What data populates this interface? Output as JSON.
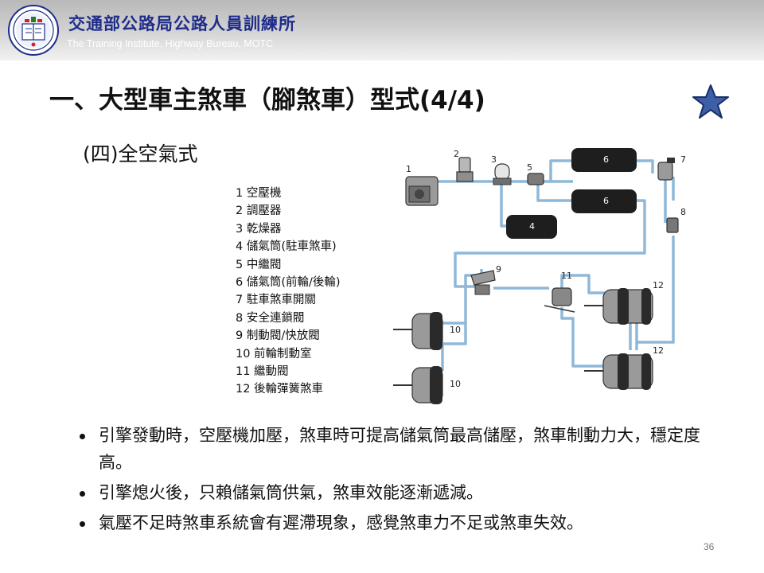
{
  "header": {
    "org_name_zh": "交通部公路局公路人員訓練所",
    "org_name_en": "The Training Institute, Highway Bureau, MOTC",
    "logo_icon": "institute-seal-icon"
  },
  "title": "一、大型車主煞車（腳煞車）型式(4/4)",
  "star_icon": "star-icon",
  "subtitle": "(四)全空氣式",
  "legend": [
    "1 空壓機",
    "2 調壓器",
    "3 乾燥器",
    "4 儲氣筒(駐車煞車)",
    "5 中繼閥",
    "6 儲氣筒(前輪/後輪)",
    "7 駐車煞車開關",
    "8 安全連鎖閥",
    "9 制動閥/快放閥",
    "10 前輪制動室",
    "11 繼動閥",
    "12 後輪彈簧煞車"
  ],
  "diagram": {
    "labels": {
      "n1": "1",
      "n2": "2",
      "n3": "3",
      "n4": "4",
      "n5": "5",
      "n6a": "6",
      "n6b": "6",
      "n7": "7",
      "n8": "8",
      "n9": "9",
      "n10a": "10",
      "n10b": "10",
      "n11": "11",
      "n12a": "12",
      "n12b": "12"
    },
    "colors": {
      "pipe": "#8fb8d8",
      "tank": "#1e1e1e",
      "part": "#888888"
    }
  },
  "bullets": [
    "引擎發動時，空壓機加壓，煞車時可提高儲氣筒最高儲壓，煞車制動力大，穩定度高。",
    "引擎熄火後，只賴儲氣筒供氣，煞車效能逐漸遞減。",
    "氣壓不足時煞車系統會有遲滯現象，感覺煞車力不足或煞車失效。"
  ],
  "page_number": "36"
}
